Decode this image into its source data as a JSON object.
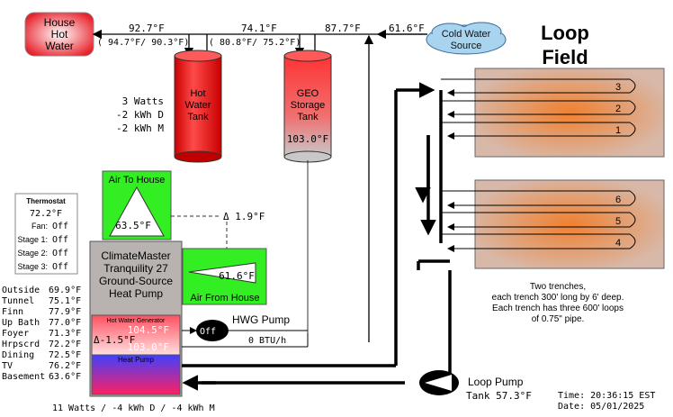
{
  "house_hot_water": "House Hot Water",
  "cold_water_source": "Cold Water Source",
  "loop_field": {
    "line1": "Loop",
    "line2": "Field"
  },
  "pipe_temps": {
    "hot_out": "92.7°F",
    "hot_range": "( 94.7°F/ 90.3°F)",
    "mid": "74.1°F",
    "mid_range": "( 80.8°F/ 75.2°F)",
    "geo_in": "87.7°F",
    "cold_in": "61.6°F"
  },
  "hot_water_tank": {
    "label": "Hot Water Tank",
    "stats": [
      "3 Watts",
      "-2 kWh D",
      "-2 kWh M"
    ]
  },
  "geo_tank": {
    "label": "GEO Storage Tank",
    "temp": "103.0°F"
  },
  "thermostat": {
    "title": "Thermostat",
    "setpoint": "72.2°F",
    "rows": [
      {
        "label": "Fan:",
        "value": "Off"
      },
      {
        "label": "Stage 1:",
        "value": "Off"
      },
      {
        "label": "Stage 2:",
        "value": "Off"
      },
      {
        "label": "Stage 3:",
        "value": "Off"
      }
    ]
  },
  "air_to_house": {
    "label": "Air To House",
    "temp": "63.5°F"
  },
  "air_delta": "Δ 1.9°F",
  "air_from_house": {
    "label": "Air From House",
    "temp": "61.6°F"
  },
  "heat_pump": {
    "name": "ClimateMaster Tranquility 27 Ground-Source Heat Pump"
  },
  "hwg": {
    "label": "Hot Water Generator",
    "delta": "Δ-1.5°F",
    "temp_high": "104.5°F",
    "temp_low": "103.0°F",
    "pump_state": "Off",
    "pump_label": "HWG Pump",
    "btu": "0 BTU/h"
  },
  "heat_pump_section": "Heat Pump",
  "room_temps": [
    {
      "room": "Outside",
      "temp": "69.9°F"
    },
    {
      "room": "Tunnel",
      "temp": "75.1°F"
    },
    {
      "room": "Finn",
      "temp": "77.9°F"
    },
    {
      "room": "Up Bath",
      "temp": "77.0°F"
    },
    {
      "room": "Foyer",
      "temp": "71.3°F"
    },
    {
      "room": "Hrpscrd",
      "temp": "72.2°F"
    },
    {
      "room": "Dining",
      "temp": "72.5°F"
    },
    {
      "room": "TV",
      "temp": "76.2°F"
    },
    {
      "room": "Basement",
      "temp": "63.6°F"
    }
  ],
  "power_summary": "11 Watts / -4 kWh D /   -4 kWh M",
  "loop_pump": {
    "label": "Loop Pump",
    "tank": "Tank 57.3°F"
  },
  "trench_loops": [
    "3",
    "2",
    "1",
    "6",
    "5",
    "4"
  ],
  "trench_note": [
    "Two trenches,",
    "each trench 300' long by 6' deep.",
    "Each trench has three 600' loops",
    "of 0.75\" pipe."
  ],
  "time": "Time: 20:36:15 EST",
  "date": "Date: 05/01/2025",
  "colors": {
    "hot": "#e8202a",
    "green": "#33ee22",
    "gray": "#b8b3b0",
    "cold": "#a8d4f0",
    "trench": "#d8a890"
  }
}
